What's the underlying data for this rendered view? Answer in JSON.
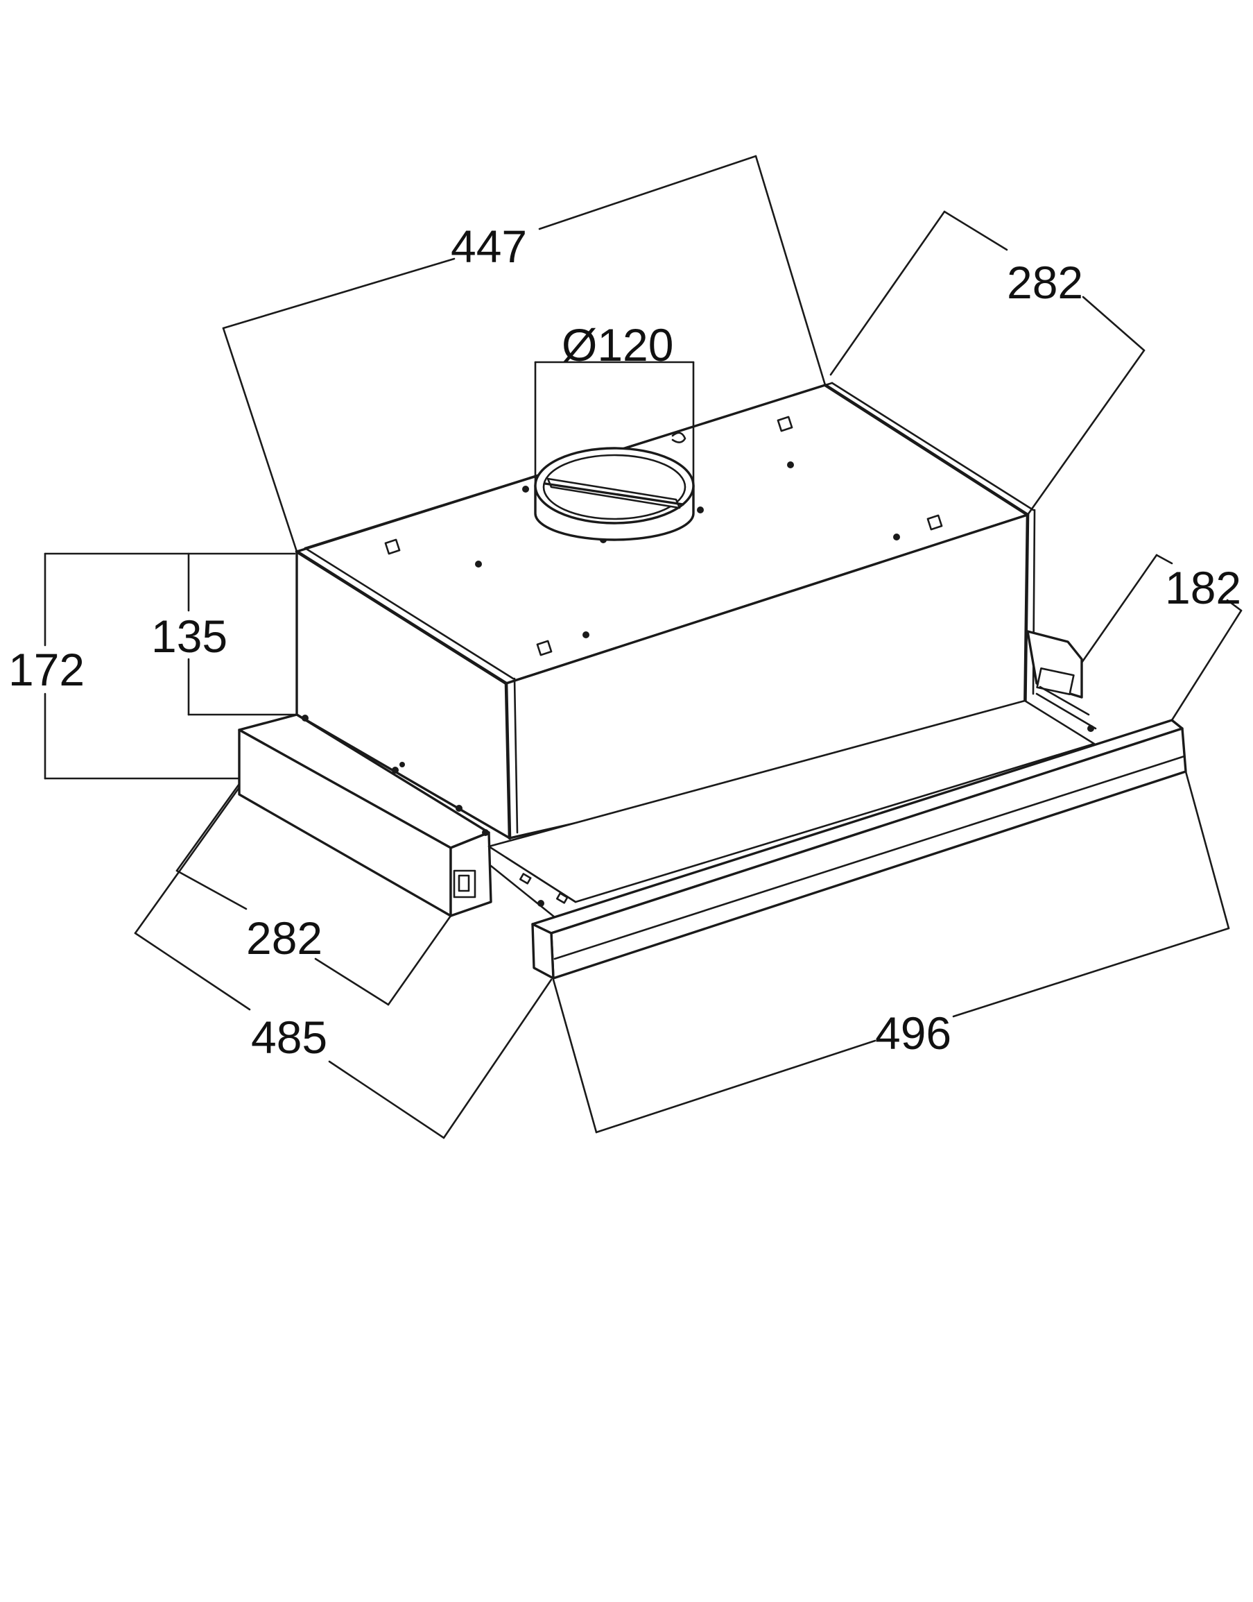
{
  "dimensions": {
    "top_width": "447",
    "top_depth": "282",
    "duct_diameter": "Ø120",
    "height_total": "172",
    "height_body": "135",
    "side_depth": "282",
    "total_depth": "485",
    "slider_depth": "182",
    "front_width": "496"
  },
  "colors": {
    "line": "#1a1a1a",
    "background": "#ffffff"
  }
}
